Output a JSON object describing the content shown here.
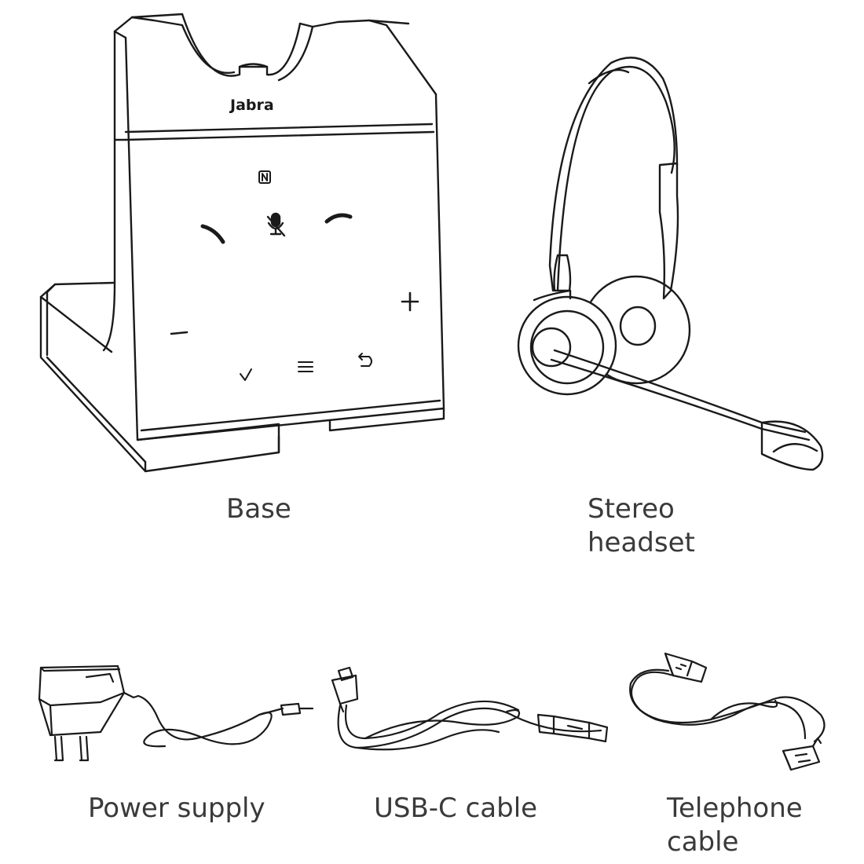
{
  "base": {
    "brand": "Jabra",
    "caption": "Base",
    "buttons": {
      "nfc": "nfc-icon",
      "answer": "answer-call-icon",
      "mute": "microphone-mute-icon",
      "end": "end-call-icon",
      "volume_up": "plus-icon",
      "volume_down": "minus-icon",
      "confirm": "check-icon",
      "menu": "menu-icon",
      "back": "back-icon"
    }
  },
  "headset": {
    "caption_line1": "Stereo",
    "caption_line2": "headset"
  },
  "power_supply": {
    "caption": "Power supply"
  },
  "usb_cable": {
    "caption": "USB-C cable"
  },
  "telephone_cable": {
    "caption_line1": "Telephone",
    "caption_line2": "cable"
  },
  "colors": {
    "line": "#1a1a1a",
    "caption": "#3a3a3a",
    "background": "#ffffff"
  }
}
